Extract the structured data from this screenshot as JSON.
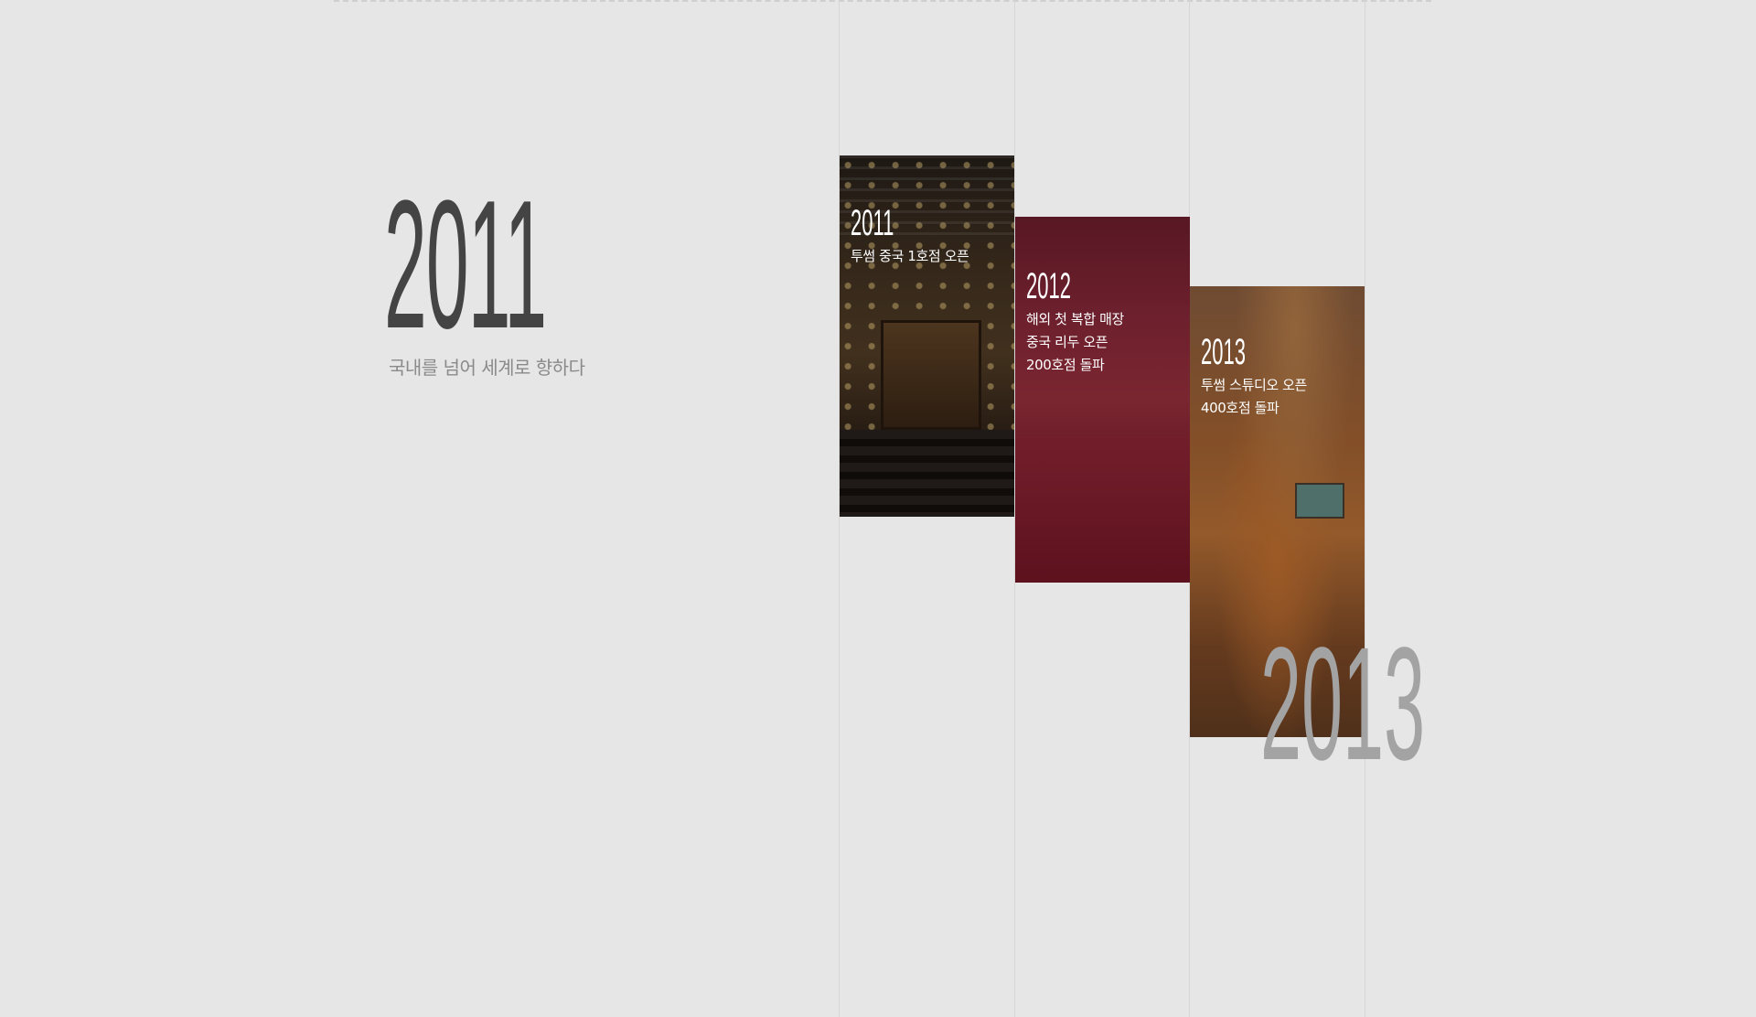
{
  "hero": {
    "year": "2011",
    "subtitle": "국내를 넘어 세계로 향하다"
  },
  "timeline": {
    "cards": [
      {
        "year": "2011",
        "lines": [
          "투썸 중국 1호점 오픈"
        ],
        "overlay_color": "#000000"
      },
      {
        "year": "2012",
        "lines": [
          "해외 첫 복합 매장",
          "중국 리두 오픈",
          "200호점 돌파"
        ],
        "overlay_color": "#6e0a1e"
      },
      {
        "year": "2013",
        "lines": [
          "투썸 스튜디오 오픈",
          "400호점 돌파"
        ],
        "overlay_color": "#783c14"
      }
    ],
    "active_year_watermark": "2013"
  },
  "colors": {
    "background": "#e6e6e6",
    "hero_year": "#444444",
    "subtitle": "#8a8a8a",
    "watermark": "#a3a3a3"
  }
}
